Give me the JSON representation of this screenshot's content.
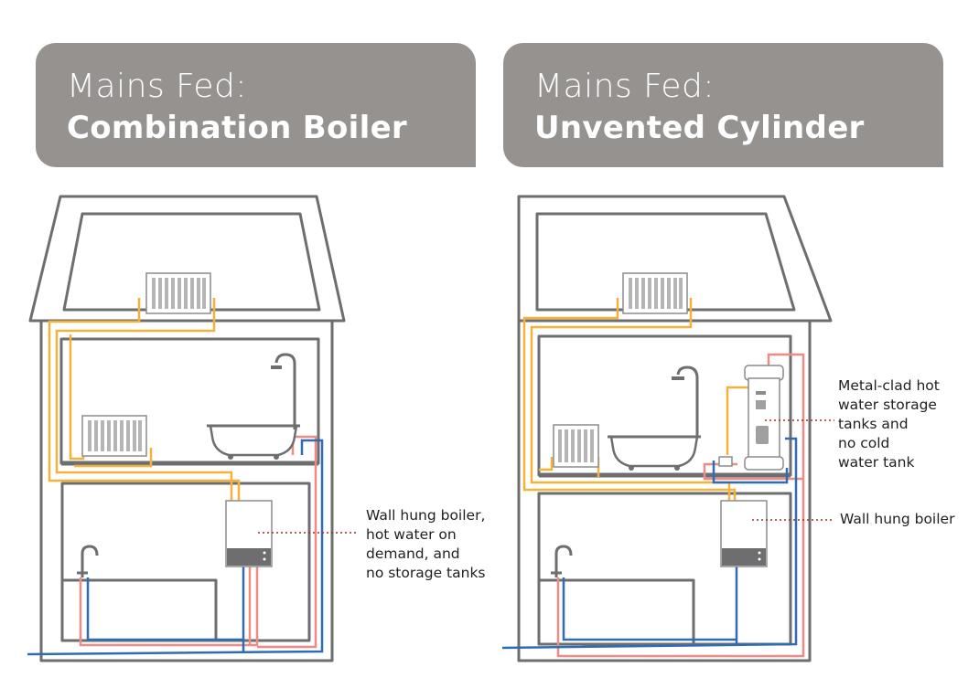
{
  "panels": [
    {
      "title_line1": "Mains Fed:",
      "title_line2": "Combination Boiler"
    },
    {
      "title_line1": "Mains Fed:",
      "title_line2": "Unvented Cylinder"
    }
  ],
  "labels": {
    "combi_boiler": [
      "Wall hung boiler,",
      "hot water on",
      "demand, and",
      "no storage tanks"
    ],
    "metal_clad": [
      "Metal-clad hot",
      "water storage",
      "tanks and",
      "no cold",
      "water tank"
    ],
    "wall_boiler": [
      "Wall hung boiler"
    ]
  },
  "colors": {
    "header_bg": "#959290",
    "house_outline": "#6e6e70",
    "heating_pipe": "#f6b13b",
    "hot_pipe": "#ee8b85",
    "cold_pipe": "#2f6db3",
    "leader_line": "#a52a2a"
  }
}
